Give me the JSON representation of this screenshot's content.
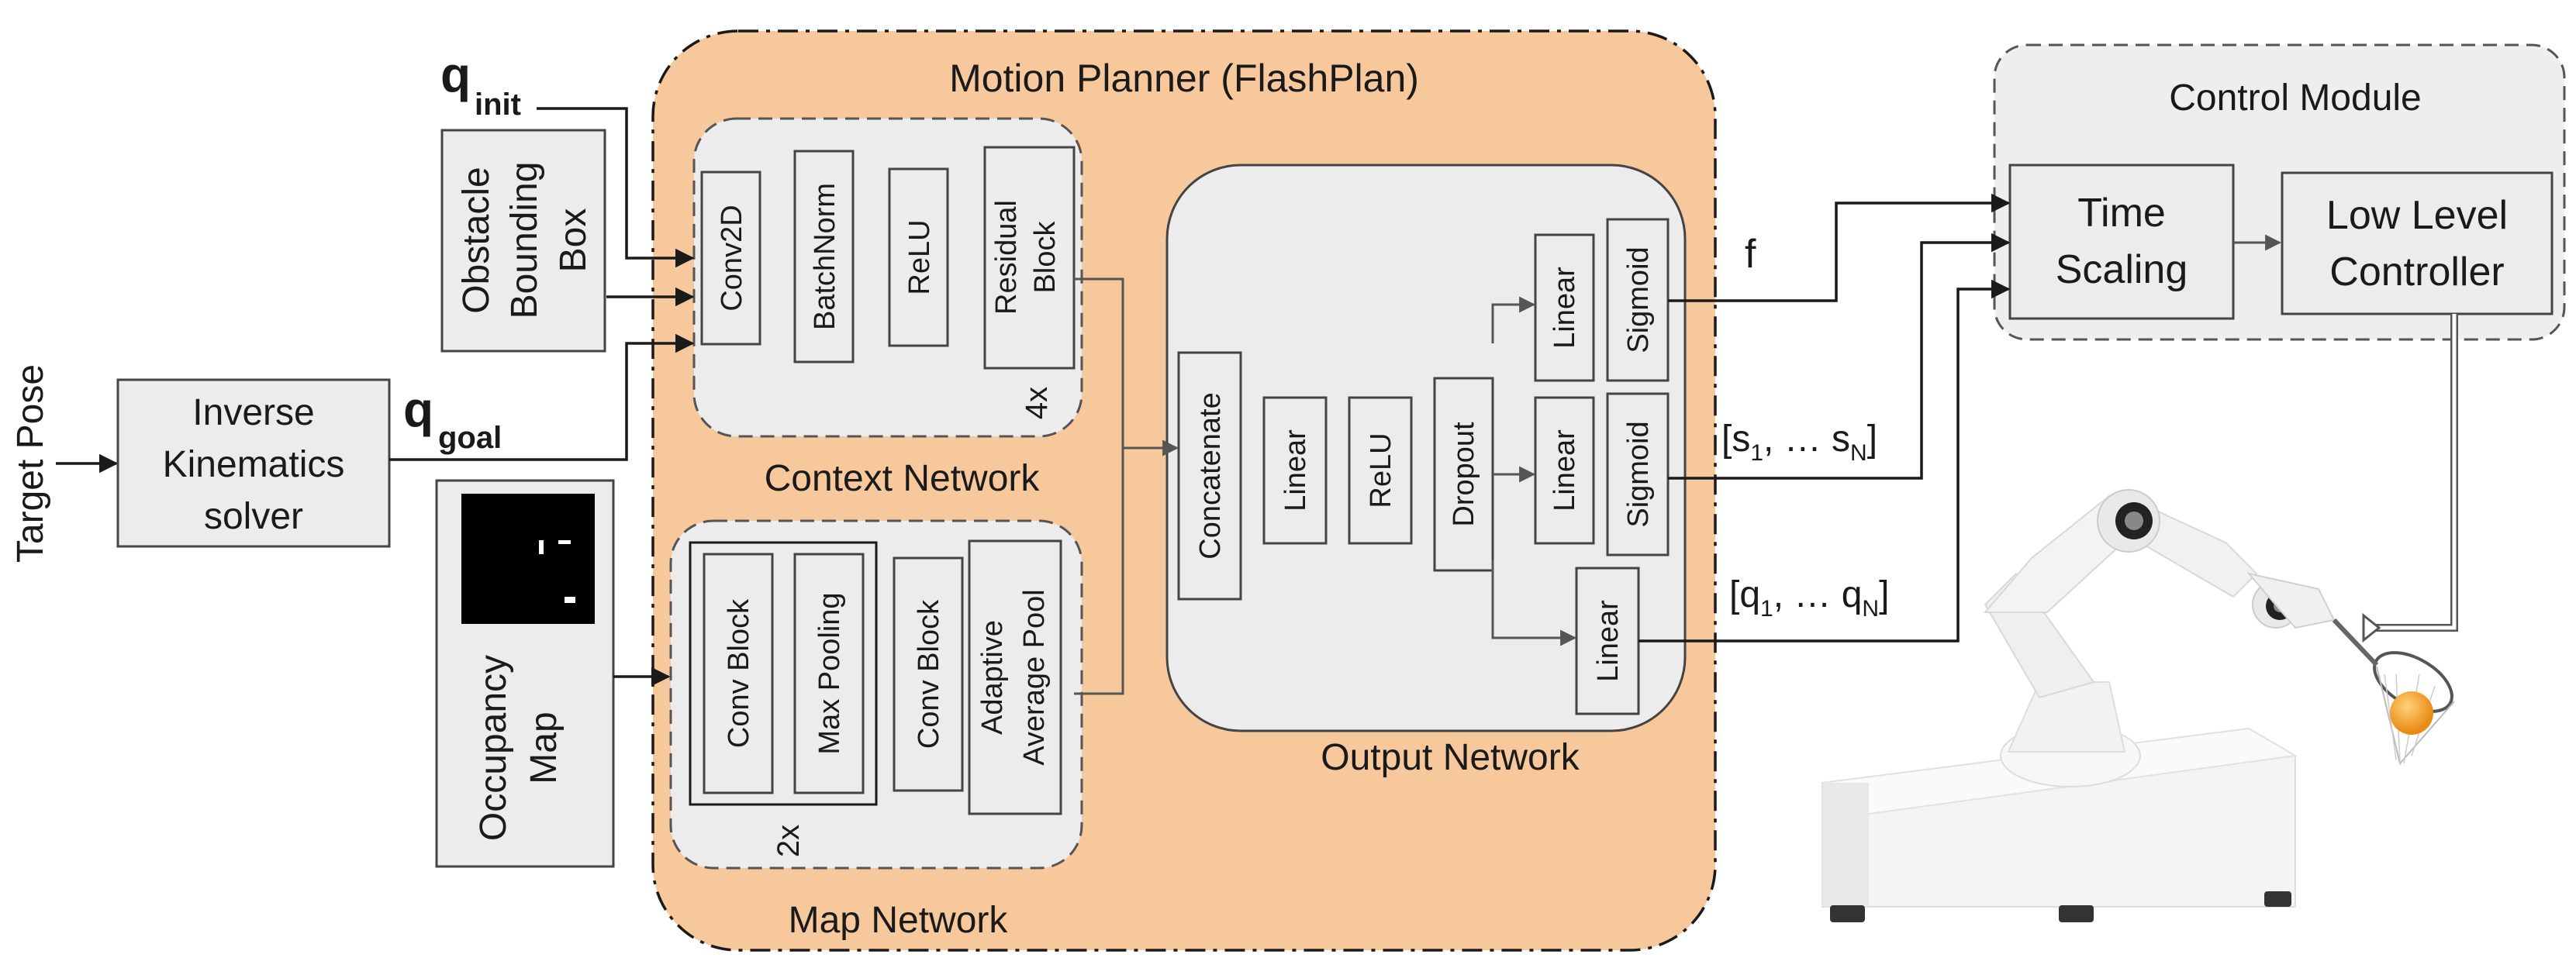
{
  "inputs": {
    "target_pose": "Target Pose",
    "ik": [
      "Inverse",
      "Kinematics",
      "solver"
    ],
    "q_init_base": "q",
    "q_init_sub": "init",
    "q_goal_base": "q",
    "q_goal_sub": "goal",
    "obstacle": [
      "Obstacle",
      "Bounding",
      "Box"
    ],
    "occupancy": [
      "Occupancy",
      "Map"
    ]
  },
  "planner": {
    "title": "Motion Planner (FlashPlan)",
    "context_network": {
      "label": "Context Network",
      "repeat": "4x",
      "layers": [
        "Conv2D",
        "BatchNorm",
        "ReLU"
      ],
      "residual": [
        "Residual",
        "Block"
      ]
    },
    "map_network": {
      "label": "Map Network",
      "repeat": "2x",
      "layers": [
        "Conv Block",
        "Max Pooling",
        "Conv Block"
      ],
      "pool": [
        "Adaptive",
        "Average Pool"
      ]
    },
    "output_network": {
      "label": "Output Network",
      "layers": [
        "Concatenate",
        "Linear",
        "ReLU",
        "Dropout",
        "Linear",
        "Sigmoid",
        "Linear",
        "Sigmoid",
        "Linear"
      ]
    }
  },
  "signals": {
    "f": "f",
    "s_open": "[s",
    "s_sub1": "1",
    "s_mid": ", … s",
    "s_subN": "N",
    "s_close": "]",
    "q_open": "[q",
    "q_sub1": "1",
    "q_mid": ", … q",
    "q_subN": "N",
    "q_close": "]"
  },
  "control": {
    "title": "Control Module",
    "time_scaling": [
      "Time",
      "Scaling"
    ],
    "controller": [
      "Low Level",
      "Controller"
    ]
  },
  "colors": {
    "planner_fill": "#f8c89d",
    "sub_fill": "#ececec",
    "control_fill": "#eeeeee"
  },
  "icons": [
    "robot-arm-image"
  ]
}
